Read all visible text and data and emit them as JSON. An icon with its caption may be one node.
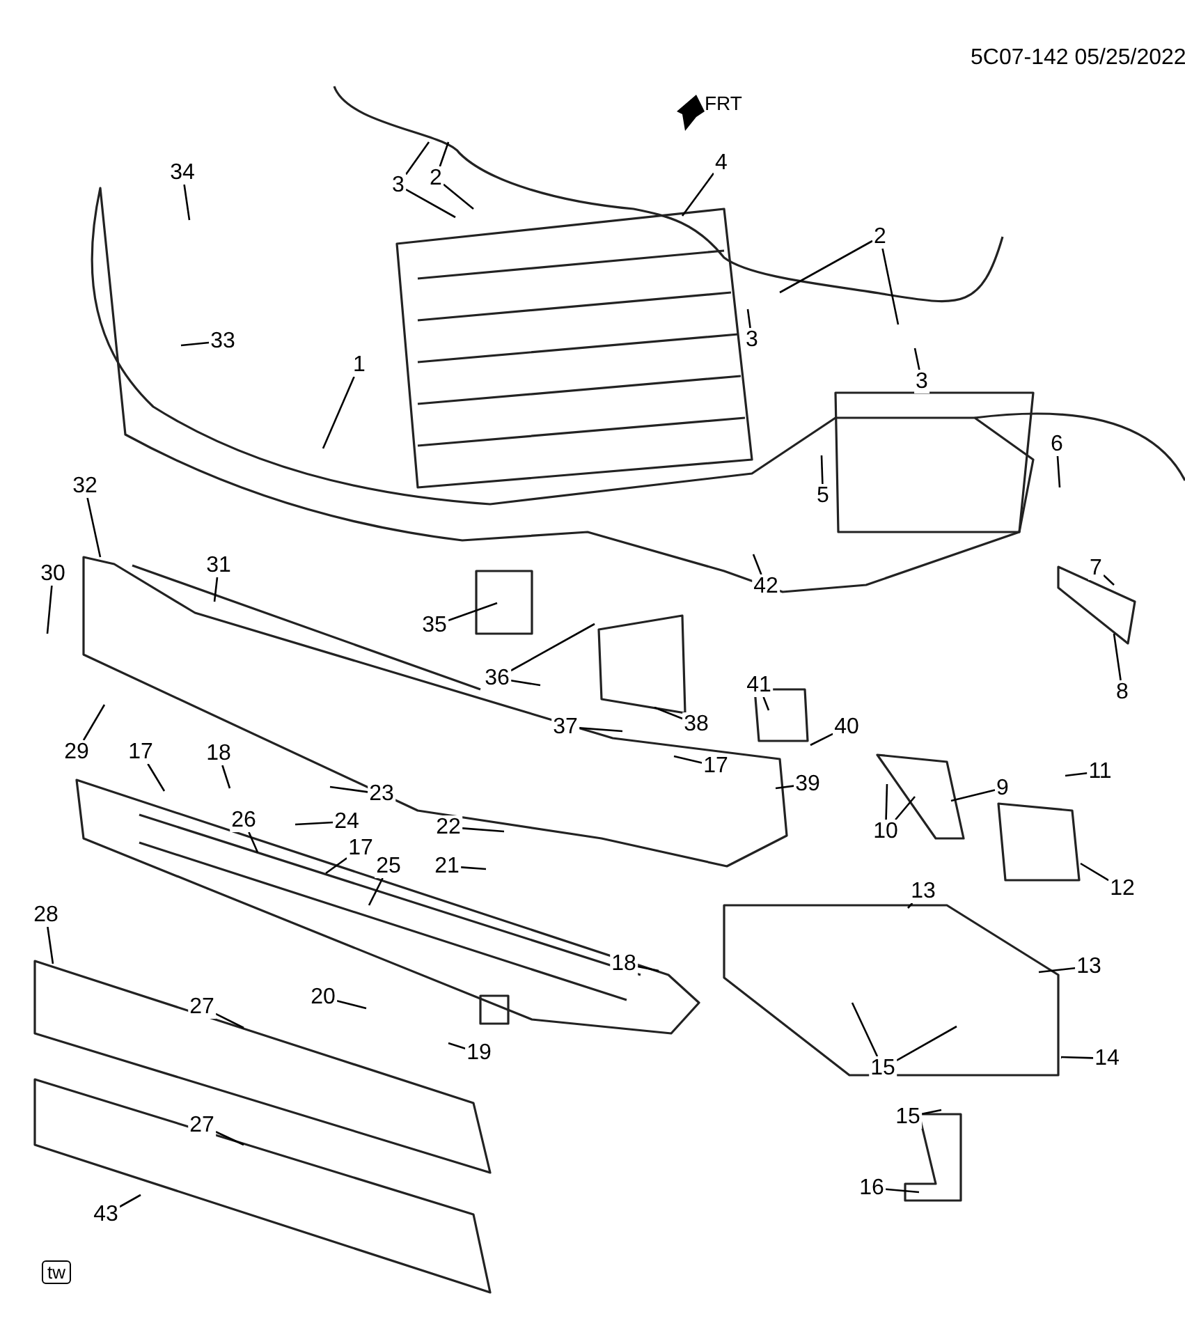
{
  "diagram": {
    "nodes": [
      {
        "text": [
          "34"
        ]
      },
      {
        "text": [
          "3"
        ]
      },
      {
        "text": [
          "2"
        ]
      },
      {
        "text": [
          "4"
        ]
      },
      {
        "text": [
          "2"
        ]
      },
      {
        "text": [
          "3"
        ]
      },
      {
        "text": [
          "33"
        ]
      },
      {
        "text": [
          "1"
        ]
      },
      {
        "text": [
          "3"
        ]
      },
      {
        "text": [
          "6"
        ]
      },
      {
        "text": [
          "32"
        ]
      },
      {
        "text": [
          "5"
        ]
      },
      {
        "text": [
          "31"
        ]
      },
      {
        "text": [
          "30"
        ]
      },
      {
        "text": [
          "7"
        ]
      },
      {
        "text": [
          "42"
        ]
      },
      {
        "text": [
          "35"
        ]
      },
      {
        "text": [
          "36"
        ]
      },
      {
        "text": [
          "41"
        ]
      },
      {
        "text": [
          "8"
        ]
      },
      {
        "text": [
          "38"
        ]
      },
      {
        "text": [
          "37"
        ]
      },
      {
        "text": [
          "40"
        ]
      },
      {
        "text": [
          "17"
        ]
      },
      {
        "text": [
          "29"
        ]
      },
      {
        "text": [
          "18"
        ]
      },
      {
        "text": [
          "17"
        ]
      },
      {
        "text": [
          "11"
        ]
      },
      {
        "text": [
          "39"
        ]
      },
      {
        "text": [
          "9"
        ]
      },
      {
        "text": [
          "23"
        ]
      },
      {
        "text": [
          "26"
        ]
      },
      {
        "text": [
          "24"
        ]
      },
      {
        "text": [
          "22"
        ]
      },
      {
        "text": [
          "10"
        ]
      },
      {
        "text": [
          "17"
        ]
      },
      {
        "text": [
          "25"
        ]
      },
      {
        "text": [
          "21"
        ]
      },
      {
        "text": [
          "12"
        ]
      },
      {
        "text": [
          "13"
        ]
      },
      {
        "text": [
          "28"
        ]
      },
      {
        "text": [
          "18"
        ]
      },
      {
        "text": [
          "13"
        ]
      },
      {
        "text": [
          "20"
        ]
      },
      {
        "text": [
          "27"
        ]
      },
      {
        "text": [
          "19"
        ]
      },
      {
        "text": [
          "14"
        ]
      },
      {
        "text": [
          "15"
        ]
      },
      {
        "text": [
          "15"
        ]
      },
      {
        "text": [
          "27"
        ]
      },
      {
        "text": [
          "16"
        ]
      },
      {
        "text": [
          "43"
        ]
      }
    ],
    "edges": [
      {
        "from": 0,
        "to": null,
        "arrow": "none"
      },
      {
        "from": 1,
        "to": null,
        "arrow": "none"
      },
      {
        "from": 1,
        "to": null,
        "arrow": "none"
      },
      {
        "from": 2,
        "to": null,
        "arrow": "none"
      },
      {
        "from": 2,
        "to": null,
        "arrow": "none"
      },
      {
        "from": 3,
        "to": null,
        "arrow": "none"
      },
      {
        "from": 4,
        "to": null,
        "arrow": "none"
      },
      {
        "from": 4,
        "to": null,
        "arrow": "none"
      },
      {
        "from": 5,
        "to": null,
        "arrow": "none"
      },
      {
        "from": 6,
        "to": null,
        "arrow": "none"
      },
      {
        "from": 7,
        "to": null,
        "arrow": "none"
      },
      {
        "from": 8,
        "to": null,
        "arrow": "none"
      },
      {
        "from": 9,
        "to": null,
        "arrow": "none"
      },
      {
        "from": 10,
        "to": null,
        "arrow": "none"
      },
      {
        "from": 11,
        "to": null,
        "arrow": "none"
      },
      {
        "from": 12,
        "to": null,
        "arrow": "none"
      },
      {
        "from": 13,
        "to": null,
        "arrow": "none"
      },
      {
        "from": 14,
        "to": null,
        "arrow": "none"
      },
      {
        "from": 15,
        "to": null,
        "arrow": "none"
      },
      {
        "from": 16,
        "to": null,
        "arrow": "none"
      },
      {
        "from": 17,
        "to": null,
        "arrow": "none"
      },
      {
        "from": 17,
        "to": null,
        "arrow": "none"
      },
      {
        "from": 18,
        "to": null,
        "arrow": "none"
      },
      {
        "from": 19,
        "to": null,
        "arrow": "none"
      },
      {
        "from": 20,
        "to": null,
        "arrow": "none"
      },
      {
        "from": 21,
        "to": null,
        "arrow": "none"
      },
      {
        "from": 22,
        "to": null,
        "arrow": "none"
      },
      {
        "from": 23,
        "to": null,
        "arrow": "none"
      },
      {
        "from": 24,
        "to": null,
        "arrow": "none"
      },
      {
        "from": 25,
        "to": null,
        "arrow": "none"
      },
      {
        "from": 26,
        "to": null,
        "arrow": "none"
      },
      {
        "from": 27,
        "to": null,
        "arrow": "none"
      },
      {
        "from": 28,
        "to": null,
        "arrow": "none"
      },
      {
        "from": 29,
        "to": null,
        "arrow": "none"
      },
      {
        "from": 30,
        "to": null,
        "arrow": "none"
      },
      {
        "from": 31,
        "to": null,
        "arrow": "none"
      },
      {
        "from": 32,
        "to": null,
        "arrow": "none"
      },
      {
        "from": 33,
        "to": null,
        "arrow": "none"
      },
      {
        "from": 34,
        "to": null,
        "arrow": "none"
      },
      {
        "from": 34,
        "to": null,
        "arrow": "none"
      },
      {
        "from": 35,
        "to": null,
        "arrow": "none"
      },
      {
        "from": 36,
        "to": null,
        "arrow": "none"
      },
      {
        "from": 37,
        "to": null,
        "arrow": "none"
      },
      {
        "from": 38,
        "to": null,
        "arrow": "none"
      },
      {
        "from": 39,
        "to": null,
        "arrow": "none"
      },
      {
        "from": 40,
        "to": null,
        "arrow": "none"
      },
      {
        "from": 41,
        "to": null,
        "arrow": "none"
      },
      {
        "from": 42,
        "to": null,
        "arrow": "none"
      },
      {
        "from": 43,
        "to": null,
        "arrow": "none"
      },
      {
        "from": 44,
        "to": null,
        "arrow": "none"
      },
      {
        "from": 45,
        "to": null,
        "arrow": "none"
      },
      {
        "from": 46,
        "to": null,
        "arrow": "none"
      },
      {
        "from": 47,
        "to": null,
        "arrow": "none"
      },
      {
        "from": 47,
        "to": null,
        "arrow": "none"
      },
      {
        "from": 48,
        "to": null,
        "arrow": "none"
      },
      {
        "from": 49,
        "to": null,
        "arrow": "none"
      },
      {
        "from": 50,
        "to": null,
        "arrow": "none"
      },
      {
        "from": 51,
        "to": null,
        "arrow": "none"
      }
    ],
    "labels": [
      "5C07-142 05/25/2022",
      "FRT",
      "tw"
    ]
  }
}
